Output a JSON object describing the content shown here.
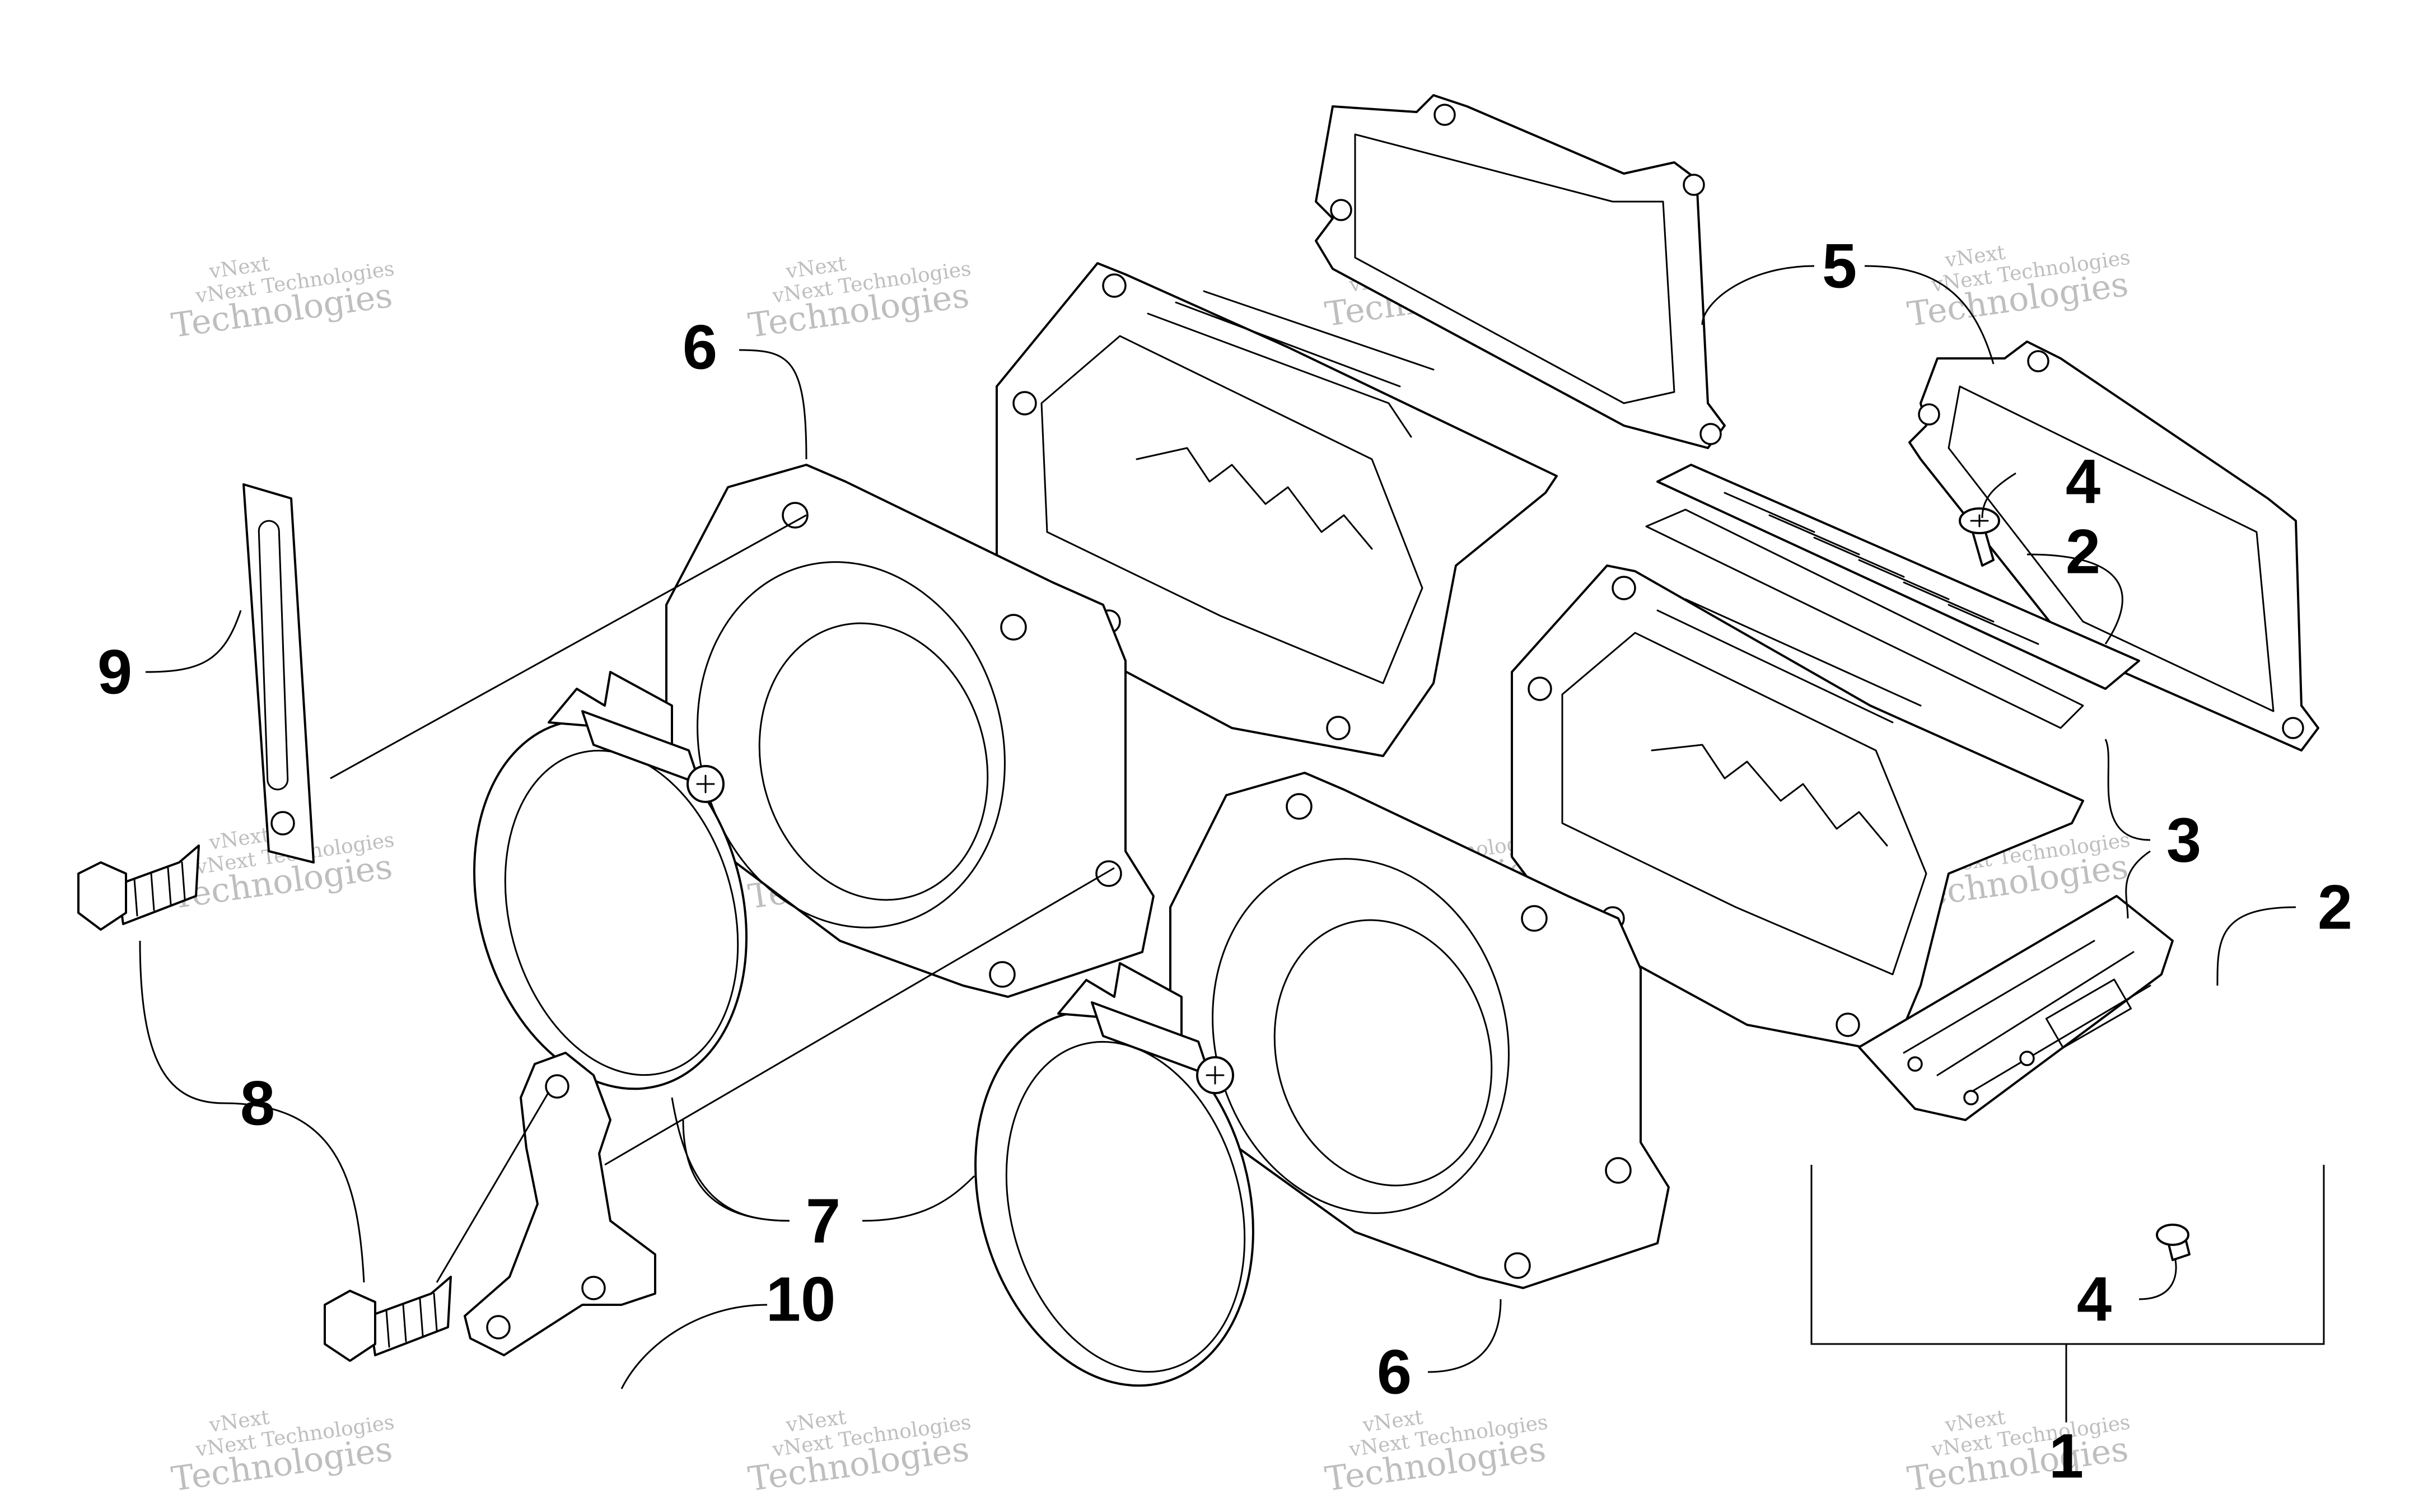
{
  "callouts": [
    {
      "label": "1"
    },
    {
      "label": "2"
    },
    {
      "label": "2"
    },
    {
      "label": "3"
    },
    {
      "label": "4"
    },
    {
      "label": "4"
    },
    {
      "label": "5"
    },
    {
      "label": "6"
    },
    {
      "label": "6"
    },
    {
      "label": "7"
    },
    {
      "label": "8"
    },
    {
      "label": "9"
    },
    {
      "label": "10"
    }
  ],
  "watermark": {
    "line1": "vNext Technologies",
    "line2": "Technologies",
    "line3": "vNext"
  },
  "colors": {
    "line": "#000000",
    "background": "#ffffff",
    "watermark": "#8a8a8a"
  }
}
